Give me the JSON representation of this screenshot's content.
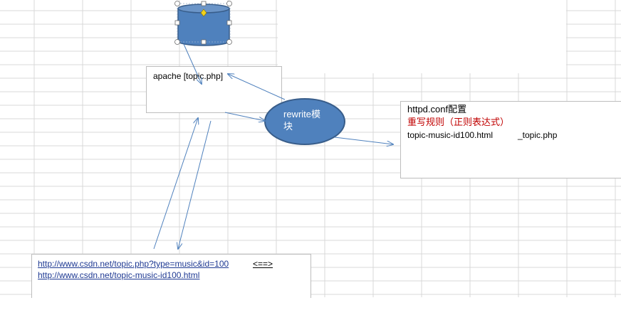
{
  "apache_box": {
    "label": "apache [topic.php]"
  },
  "rewrite_module": {
    "label_line1": "rewrite模",
    "label_line2": "块",
    "color": "#4f81bd"
  },
  "config_box": {
    "title": "httpd.conf配置",
    "rule_heading": "重写规则（正则表达式）",
    "rule_source": "topic-music-id100.html",
    "rule_target": "_topic.php"
  },
  "url_box": {
    "url1": "http://www.csdn.net/topic.php?type=music&id=100",
    "arrow_text": "<==>",
    "url2": "http://www.csdn.net/topic-music-id100.html"
  },
  "colors": {
    "arrow": "#4f81bd",
    "grid": "#d9d9d9",
    "shape_fill": "#4f81bd",
    "shape_stroke": "#385d8a"
  }
}
